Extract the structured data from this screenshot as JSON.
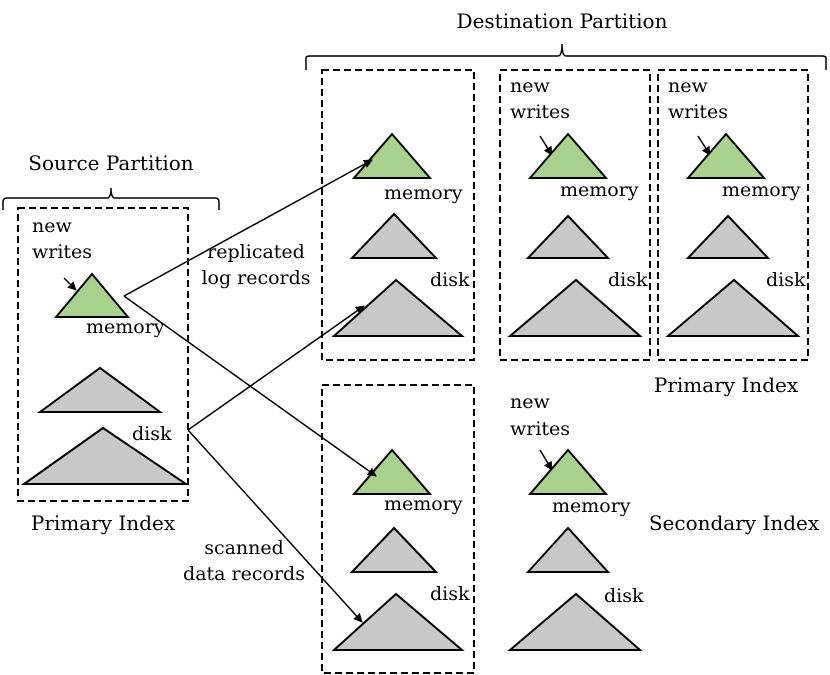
{
  "colors": {
    "memory_fill": "#a9d18e",
    "disk_fill": "#c8c8c8",
    "line": "#000000"
  },
  "labels": {
    "destination_partition": "Destination Partition",
    "source_partition": "Source Partition",
    "new": "new",
    "writes": "writes",
    "memory": "memory",
    "disk": "disk",
    "replicated_line1": "replicated",
    "replicated_line2": "log records",
    "scanned_line1": "scanned",
    "scanned_line2": "data records",
    "primary_index": "Primary Index",
    "secondary_index": "Secondary Index"
  }
}
